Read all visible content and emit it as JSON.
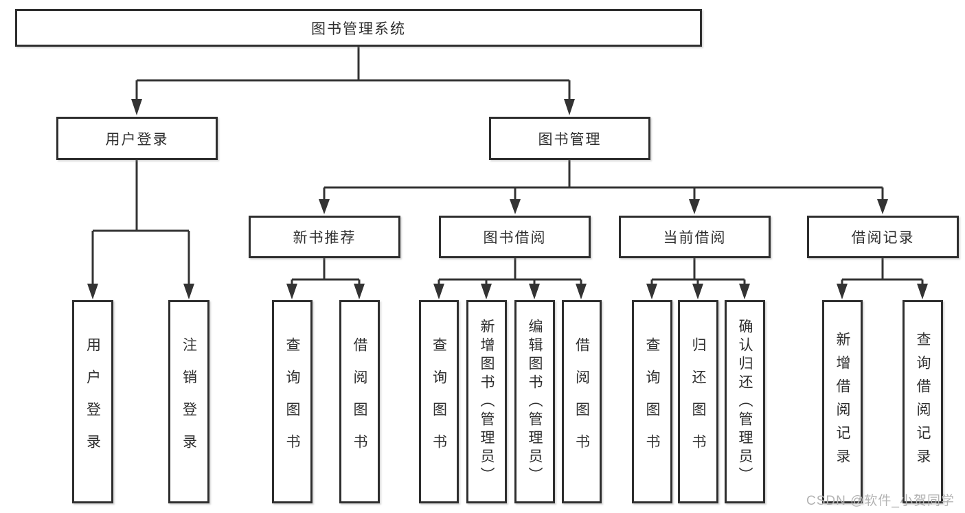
{
  "tree": {
    "root": {
      "label": "图书管理系统"
    },
    "branches": [
      {
        "label": "用户登录",
        "children": [
          {
            "label": "用户登录"
          },
          {
            "label": "注销登录"
          }
        ]
      },
      {
        "label": "图书管理",
        "children": [
          {
            "label": "新书推荐",
            "children": [
              {
                "label": "查询图书"
              },
              {
                "label": "借阅图书"
              }
            ]
          },
          {
            "label": "图书借阅",
            "children": [
              {
                "label": "查询图书"
              },
              {
                "label": "新增图书（管理员）"
              },
              {
                "label": "编辑图书（管理员）"
              },
              {
                "label": "借阅图书"
              }
            ]
          },
          {
            "label": "当前借阅",
            "children": [
              {
                "label": "查询图书"
              },
              {
                "label": "归还图书"
              },
              {
                "label": "确认归还（管理员）"
              }
            ]
          },
          {
            "label": "借阅记录",
            "children": [
              {
                "label": "新增借阅记录"
              },
              {
                "label": "查询借阅记录"
              }
            ]
          }
        ]
      }
    ]
  },
  "watermark": "CSDN @软件_小贺同学",
  "colors": {
    "line": "#333333",
    "box_border": "#2e2e2e",
    "text": "#2f2f2f",
    "background": "#ffffff",
    "watermark": "#b3b3b3"
  }
}
